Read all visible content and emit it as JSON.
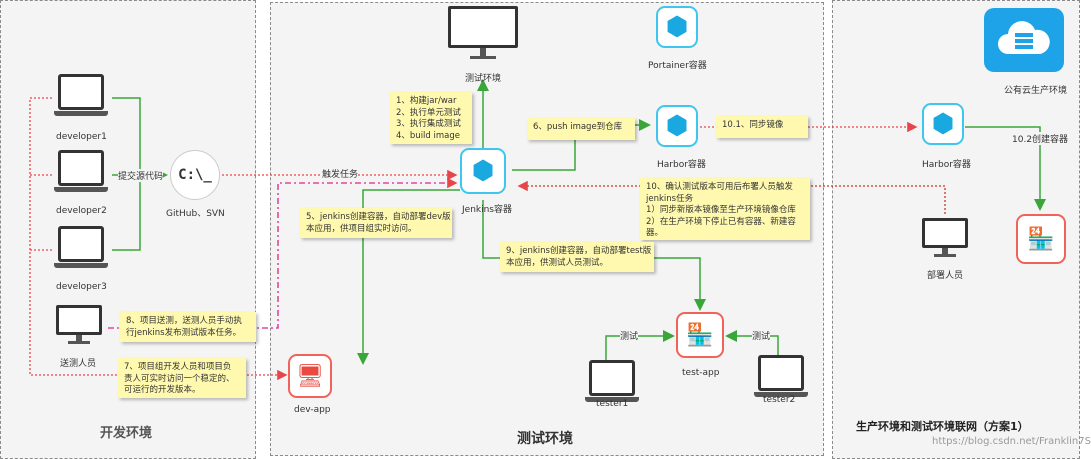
{
  "zones": {
    "dev": "开发环境",
    "test": "测试环境",
    "prod": "生产环境和测试环境联网（方案1）"
  },
  "nodes": {
    "developer1": "developer1",
    "developer2": "developer2",
    "developer3": "developer3",
    "tester_dev": "送测人员",
    "github": "GitHub、SVN",
    "test_env": "测试环境",
    "portainer": "Portainer容器",
    "jenkins": "Jenkins容器",
    "harbor_test": "Harbor容器",
    "harbor_prod": "Harbor容器",
    "public_cloud": "公有云生产环境",
    "deployer": "部署人员",
    "dev_app": "dev-app",
    "test_app": "test-app",
    "tester1": "tester1",
    "tester2": "tester2"
  },
  "edges": {
    "commit": "提交源代码",
    "trigger": "触发任务",
    "sync": "10.1、同步镜像",
    "create": "10.2创建容器",
    "test_left": "测试",
    "test_right": "测试"
  },
  "notes": {
    "build": [
      "1、构建jar/war",
      "2、执行单元测试",
      "3、执行集成测试",
      "4、build image"
    ],
    "push": [
      "6、push image到仓库"
    ],
    "deploy_dev": [
      "5、jenkins创建容器，自动部署dev版",
      "本应用，供项目组实时访问。"
    ],
    "deploy_test": [
      "9、jenkins创建容器，自动部署test版",
      "本应用，供测试人员测试。"
    ],
    "confirm": [
      "10、确认测试版本可用后布署人员触发",
      "jenkins任务",
      "1）同步新版本镜像至生产环境镜像仓库",
      "2）在生产环境下停止已有容器、新建容",
      "器。"
    ],
    "submit": [
      "8、项目送测，送测人员手动执",
      "行jenkins发布测试版本任务。"
    ],
    "access": [
      "7、项目组开发人员和项目负",
      "责人可实时访问一个稳定的、",
      "可运行的开发版本。"
    ]
  },
  "watermark": "https://blog.csdn.net/Franklin7S",
  "colors": {
    "green": "#3aa63a",
    "red": "#e8454b",
    "pink": "#e0208c",
    "dark_red": "#c0392b",
    "blue": "#3fc6ee",
    "note": "#fff9b0"
  }
}
